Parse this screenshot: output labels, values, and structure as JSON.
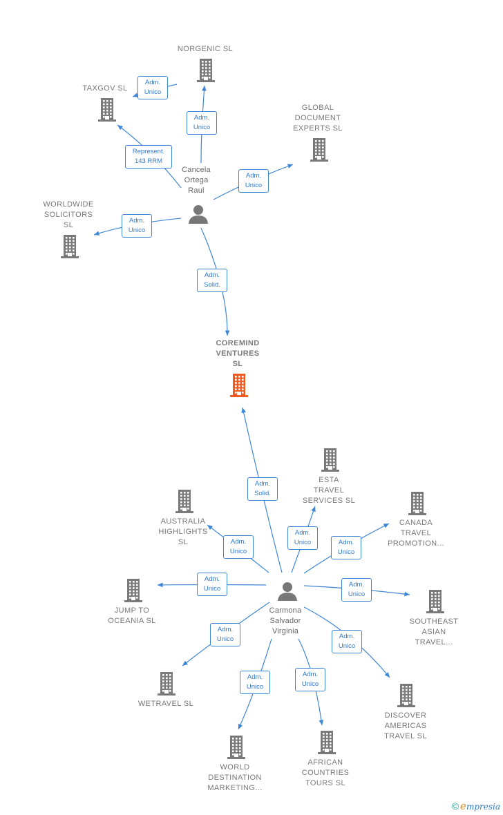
{
  "colors": {
    "edge": "#3d86d6",
    "company": "#7a7a7a",
    "focus_company": "#f05a23",
    "person": "#777777"
  },
  "nodes": [
    {
      "id": "coremind",
      "type": "company",
      "focus": true,
      "label": "COREMIND\nVENTURES\nSL"
    },
    {
      "id": "cancela",
      "type": "person",
      "label": "Cancela\nOrtega\nRaul"
    },
    {
      "id": "carmona",
      "type": "person",
      "label": "Carmona\nSalvador\nVirginia"
    },
    {
      "id": "norgenic",
      "type": "company",
      "label": "NORGENIC  SL"
    },
    {
      "id": "taxgov",
      "type": "company",
      "label": "TAXGOV  SL"
    },
    {
      "id": "global",
      "type": "company",
      "label": "GLOBAL\nDOCUMENT\nEXPERTS  SL"
    },
    {
      "id": "worldwide",
      "type": "company",
      "label": "WORLDWIDE\nSOLICITORS\nSL"
    },
    {
      "id": "esta",
      "type": "company",
      "label": "ESTA\nTRAVEL\nSERVICES  SL"
    },
    {
      "id": "australia",
      "type": "company",
      "label": "AUSTRALIA\nHIGHLIGHTS\nSL"
    },
    {
      "id": "canada",
      "type": "company",
      "label": "CANADA\nTRAVEL\nPROMOTION..."
    },
    {
      "id": "jump",
      "type": "company",
      "label": "JUMP TO\nOCEANIA  SL"
    },
    {
      "id": "southeast",
      "type": "company",
      "label": "SOUTHEAST\nASIAN\nTRAVEL..."
    },
    {
      "id": "wetravel",
      "type": "company",
      "label": "WETRAVEL  SL"
    },
    {
      "id": "discover",
      "type": "company",
      "label": "DISCOVER\nAMERICAS\nTRAVEL  SL"
    },
    {
      "id": "world",
      "type": "company",
      "label": "WORLD\nDESTINATION\nMARKETING..."
    },
    {
      "id": "african",
      "type": "company",
      "label": "AFRICAN\nCOUNTRIES\nTOURS  SL"
    }
  ],
  "edges": [
    {
      "from": "cancela",
      "to": "norgenic",
      "label": "Adm.\nUnico"
    },
    {
      "from": "cancela",
      "to": "taxgov",
      "label": "Represent.\n143 RRM"
    },
    {
      "from": "norgenic",
      "to": "taxgov",
      "label": "Adm.\nUnico"
    },
    {
      "from": "cancela",
      "to": "global",
      "label": "Adm.\nUnico"
    },
    {
      "from": "cancela",
      "to": "worldwide",
      "label": "Adm.\nUnico"
    },
    {
      "from": "cancela",
      "to": "coremind",
      "label": "Adm.\nSolid."
    },
    {
      "from": "carmona",
      "to": "coremind",
      "label": "Adm.\nSolid."
    },
    {
      "from": "carmona",
      "to": "esta",
      "label": "Adm.\nUnico"
    },
    {
      "from": "carmona",
      "to": "australia",
      "label": "Adm.\nUnico"
    },
    {
      "from": "carmona",
      "to": "canada",
      "label": "Adm.\nUnico"
    },
    {
      "from": "carmona",
      "to": "jump",
      "label": "Adm.\nUnico"
    },
    {
      "from": "carmona",
      "to": "southeast",
      "label": "Adm.\nUnico"
    },
    {
      "from": "carmona",
      "to": "wetravel",
      "label": "Adm.\nUnico"
    },
    {
      "from": "carmona",
      "to": "discover",
      "label": "Adm.\nUnico"
    },
    {
      "from": "carmona",
      "to": "world",
      "label": "Adm.\nUnico"
    },
    {
      "from": "carmona",
      "to": "african",
      "label": "Adm.\nUnico"
    }
  ],
  "brand": {
    "copyright": "©",
    "initial": "e",
    "rest": "mpresia"
  }
}
